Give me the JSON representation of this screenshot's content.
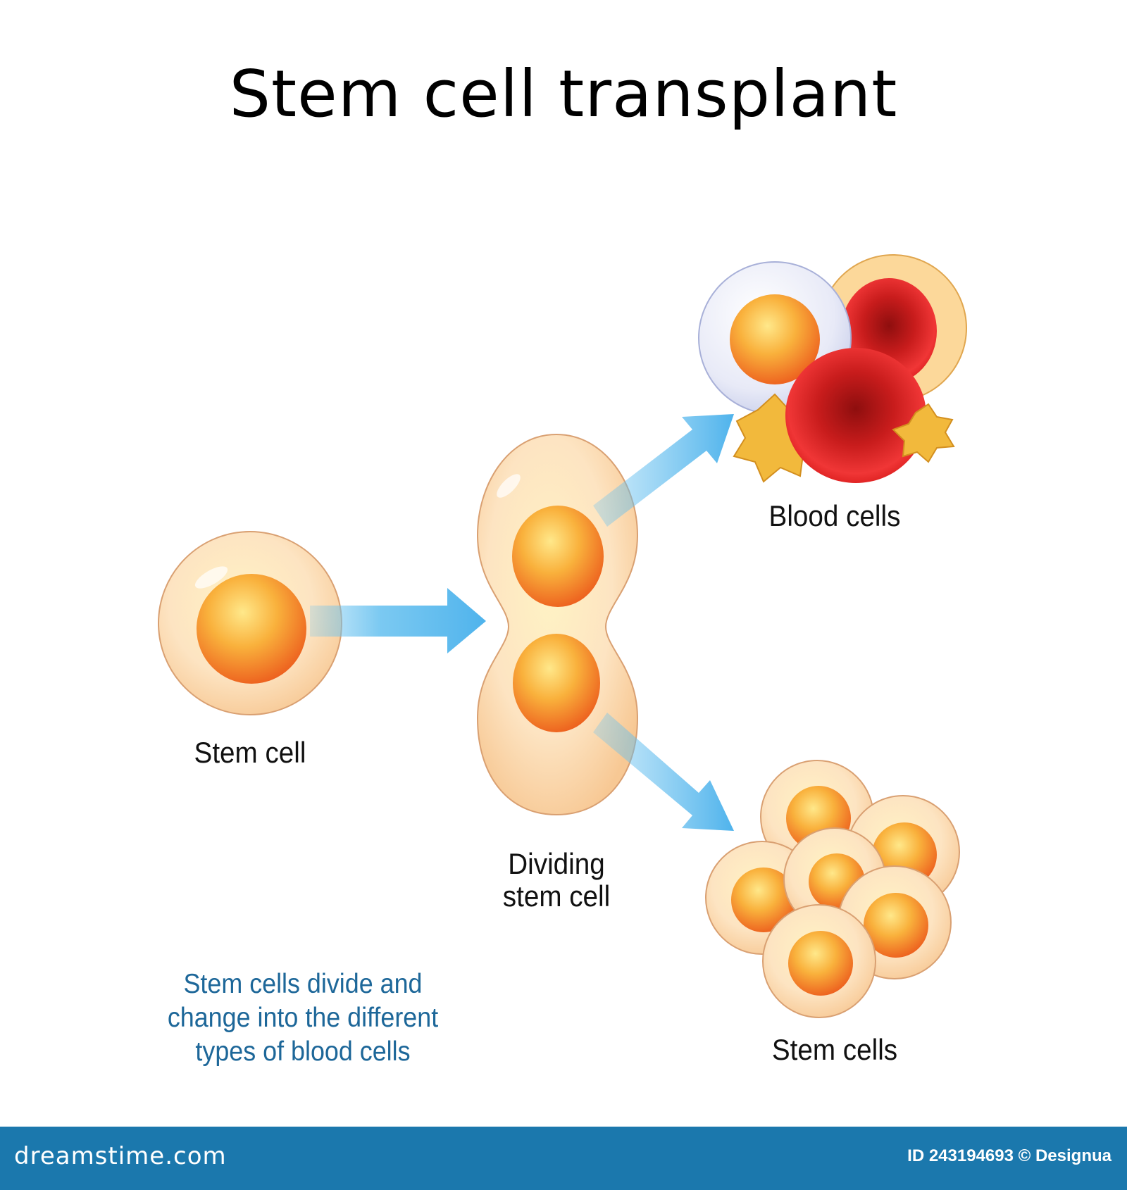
{
  "title": "Stem cell transplant",
  "labels": {
    "stem_cell": "Stem cell",
    "dividing_line1": "Dividing",
    "dividing_line2": "stem cell",
    "blood_cells": "Blood cells",
    "stem_cells": "Stem cells"
  },
  "caption": {
    "line1": "Stem cells divide and",
    "line2": "change into the different",
    "line3": "types of blood cells"
  },
  "footer": {
    "brand": "dreamstime.com",
    "id_text": "ID 243194693 © Designua"
  },
  "colors": {
    "arrow": "#6cc3f0",
    "caption": "#1d6799",
    "footer": "#1b78ad",
    "cell_outer": "#fbe3c6",
    "nucleus": "#f39a2f",
    "red_cell": "#e02020",
    "platelet": "#f2b93c"
  }
}
